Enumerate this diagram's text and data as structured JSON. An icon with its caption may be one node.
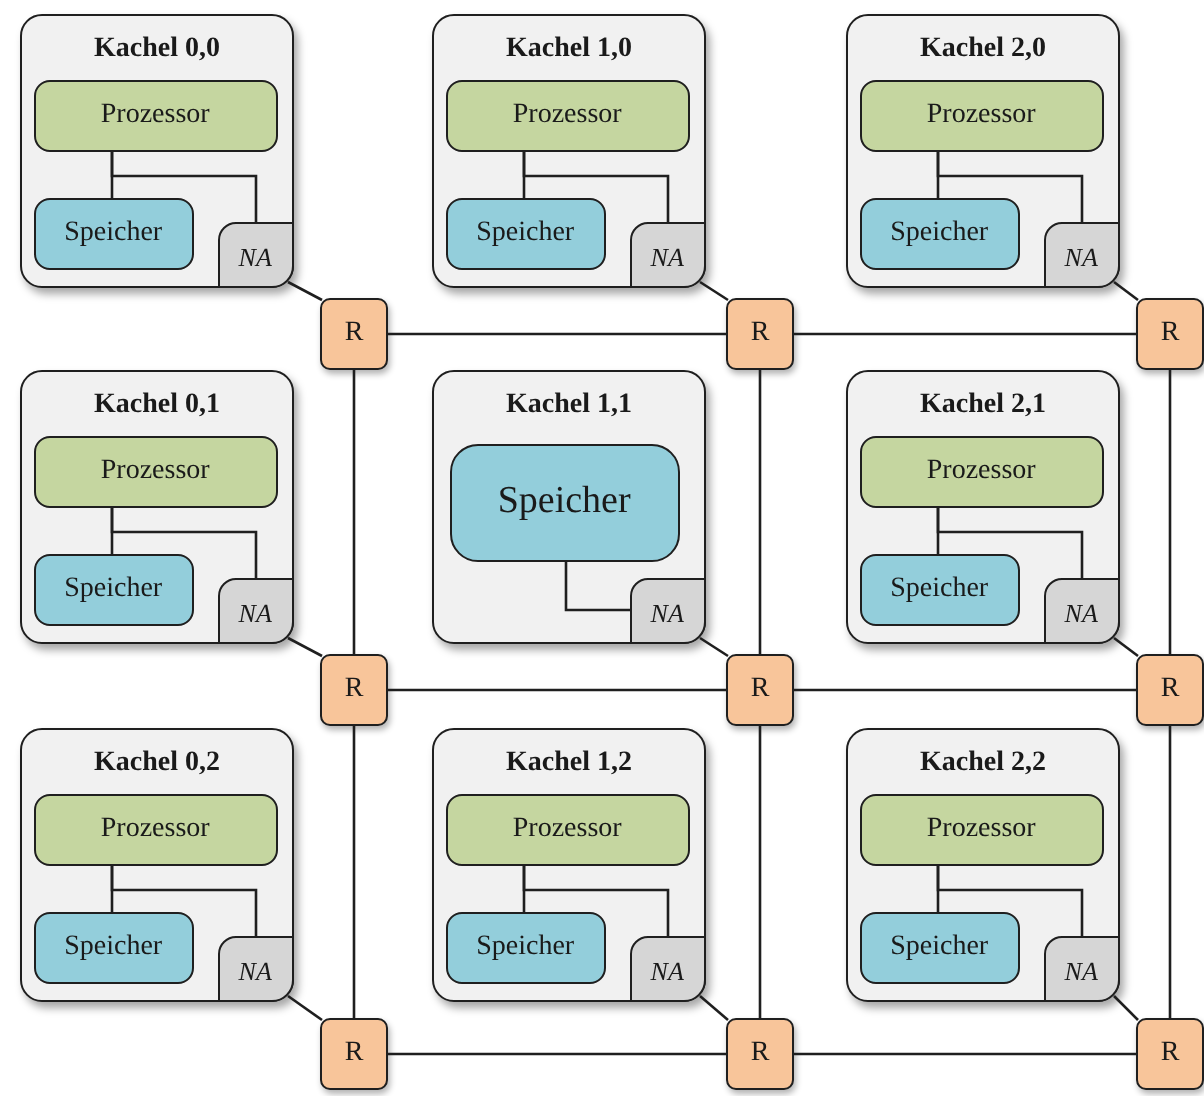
{
  "diagram": {
    "nodes": [
      {
        "text": [
          "Kachel 0,0"
        ]
      },
      {
        "text": [
          "Prozessor"
        ],
        "in": 0
      },
      {
        "text": [
          "Speicher"
        ],
        "in": 0
      },
      {
        "text": [
          "NA"
        ],
        "in": 0
      },
      {
        "text": [
          "Kachel 1,0"
        ]
      },
      {
        "text": [
          "Prozessor"
        ],
        "in": 4
      },
      {
        "text": [
          "Speicher"
        ],
        "in": 4
      },
      {
        "text": [
          "NA"
        ],
        "in": 4
      },
      {
        "text": [
          "Kachel 2,0"
        ]
      },
      {
        "text": [
          "Prozessor"
        ],
        "in": 8
      },
      {
        "text": [
          "Speicher"
        ],
        "in": 8
      },
      {
        "text": [
          "NA"
        ],
        "in": 8
      },
      {
        "text": [
          "R"
        ]
      },
      {
        "text": [
          "R"
        ]
      },
      {
        "text": [
          "R"
        ]
      },
      {
        "text": [
          "Kachel 0,1"
        ]
      },
      {
        "text": [
          "Prozessor"
        ],
        "in": 15
      },
      {
        "text": [
          "Speicher"
        ],
        "in": 15
      },
      {
        "text": [
          "NA"
        ],
        "in": 15
      },
      {
        "text": [
          "Kachel 1,1"
        ]
      },
      {
        "text": [
          "Speicher"
        ],
        "in": 19
      },
      {
        "text": [
          "NA"
        ],
        "in": 19
      },
      {
        "text": [
          "Kachel 2,1"
        ]
      },
      {
        "text": [
          "Prozessor"
        ],
        "in": 22
      },
      {
        "text": [
          "Speicher"
        ],
        "in": 22
      },
      {
        "text": [
          "NA"
        ],
        "in": 22
      },
      {
        "text": [
          "R"
        ]
      },
      {
        "text": [
          "R"
        ]
      },
      {
        "text": [
          "R"
        ]
      },
      {
        "text": [
          "Kachel 0,2"
        ]
      },
      {
        "text": [
          "Prozessor"
        ],
        "in": 29
      },
      {
        "text": [
          "Speicher"
        ],
        "in": 29
      },
      {
        "text": [
          "NA"
        ],
        "in": 29
      },
      {
        "text": [
          "Kachel 1,2"
        ]
      },
      {
        "text": [
          "Prozessor"
        ],
        "in": 33
      },
      {
        "text": [
          "Speicher"
        ],
        "in": 33
      },
      {
        "text": [
          "NA"
        ],
        "in": 33
      },
      {
        "text": [
          "Kachel 2,2"
        ]
      },
      {
        "text": [
          "Prozessor"
        ],
        "in": 37
      },
      {
        "text": [
          "Speicher"
        ],
        "in": 37
      },
      {
        "text": [
          "NA"
        ],
        "in": 37
      },
      {
        "text": [
          "R"
        ]
      },
      {
        "text": [
          "R"
        ]
      },
      {
        "text": [
          "R"
        ]
      }
    ],
    "edges": [
      {
        "from": 1,
        "to": 2,
        "arrow": "none"
      },
      {
        "from": 1,
        "to": 3,
        "arrow": "none"
      },
      {
        "from": 3,
        "to": 12,
        "arrow": "none"
      },
      {
        "from": 5,
        "to": 6,
        "arrow": "none"
      },
      {
        "from": 5,
        "to": 7,
        "arrow": "none"
      },
      {
        "from": 7,
        "to": 13,
        "arrow": "none"
      },
      {
        "from": 9,
        "to": 10,
        "arrow": "none"
      },
      {
        "from": 9,
        "to": 11,
        "arrow": "none"
      },
      {
        "from": 11,
        "to": 14,
        "arrow": "none"
      },
      {
        "from": 12,
        "to": 13,
        "arrow": "none"
      },
      {
        "from": 13,
        "to": 14,
        "arrow": "none"
      },
      {
        "from": 16,
        "to": 17,
        "arrow": "none"
      },
      {
        "from": 16,
        "to": 18,
        "arrow": "none"
      },
      {
        "from": 18,
        "to": 26,
        "arrow": "none"
      },
      {
        "from": 20,
        "to": 21,
        "arrow": "none"
      },
      {
        "from": 21,
        "to": 27,
        "arrow": "none"
      },
      {
        "from": 23,
        "to": 24,
        "arrow": "none"
      },
      {
        "from": 23,
        "to": 25,
        "arrow": "none"
      },
      {
        "from": 25,
        "to": 28,
        "arrow": "none"
      },
      {
        "from": 26,
        "to": 27,
        "arrow": "none"
      },
      {
        "from": 27,
        "to": 28,
        "arrow": "none"
      },
      {
        "from": 12,
        "to": 26,
        "arrow": "none"
      },
      {
        "from": 13,
        "to": 27,
        "arrow": "none"
      },
      {
        "from": 14,
        "to": 28,
        "arrow": "none"
      },
      {
        "from": 30,
        "to": 31,
        "arrow": "none"
      },
      {
        "from": 30,
        "to": 32,
        "arrow": "none"
      },
      {
        "from": 32,
        "to": 41,
        "arrow": "none"
      },
      {
        "from": 34,
        "to": 35,
        "arrow": "none"
      },
      {
        "from": 34,
        "to": 36,
        "arrow": "none"
      },
      {
        "from": 36,
        "to": 42,
        "arrow": "none"
      },
      {
        "from": 38,
        "to": 39,
        "arrow": "none"
      },
      {
        "from": 38,
        "to": 40,
        "arrow": "none"
      },
      {
        "from": 40,
        "to": 43,
        "arrow": "none"
      },
      {
        "from": 41,
        "to": 42,
        "arrow": "none"
      },
      {
        "from": 42,
        "to": 43,
        "arrow": "none"
      },
      {
        "from": 26,
        "to": 41,
        "arrow": "none"
      },
      {
        "from": 27,
        "to": 42,
        "arrow": "none"
      },
      {
        "from": 28,
        "to": 43,
        "arrow": "none"
      }
    ]
  }
}
